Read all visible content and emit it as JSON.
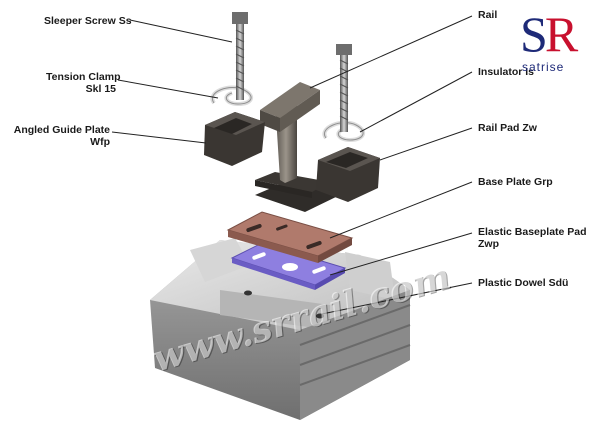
{
  "labels": {
    "sleeper_screw": "Sleeper Screw Ss",
    "tension_clamp_1": "Tension Clamp",
    "tension_clamp_2": "Skl 15",
    "angled_guide_1": "Angled Guide Plate",
    "angled_guide_2": "Wfp",
    "rail": "Rail",
    "insulator": "Insulator Is",
    "rail_pad": "Rail Pad Zw",
    "base_plate": "Base Plate Grp",
    "elastic_pad_1": "Elastic Baseplate Pad",
    "elastic_pad_2": "Zwp",
    "plastic_dowel": "Plastic Dowel Sdü"
  },
  "logo": {
    "s": "S",
    "r": "R",
    "subtitle": "satrise"
  },
  "watermark": "www.srrail.com",
  "colors": {
    "base_plate": "#b07a6c",
    "elastic_pad": "#8e7fe0",
    "sleeper": "#c9c9c9",
    "metal_dark": "#3f3a36",
    "logo_blue": "#1e2a78",
    "logo_red": "#c8102e"
  }
}
